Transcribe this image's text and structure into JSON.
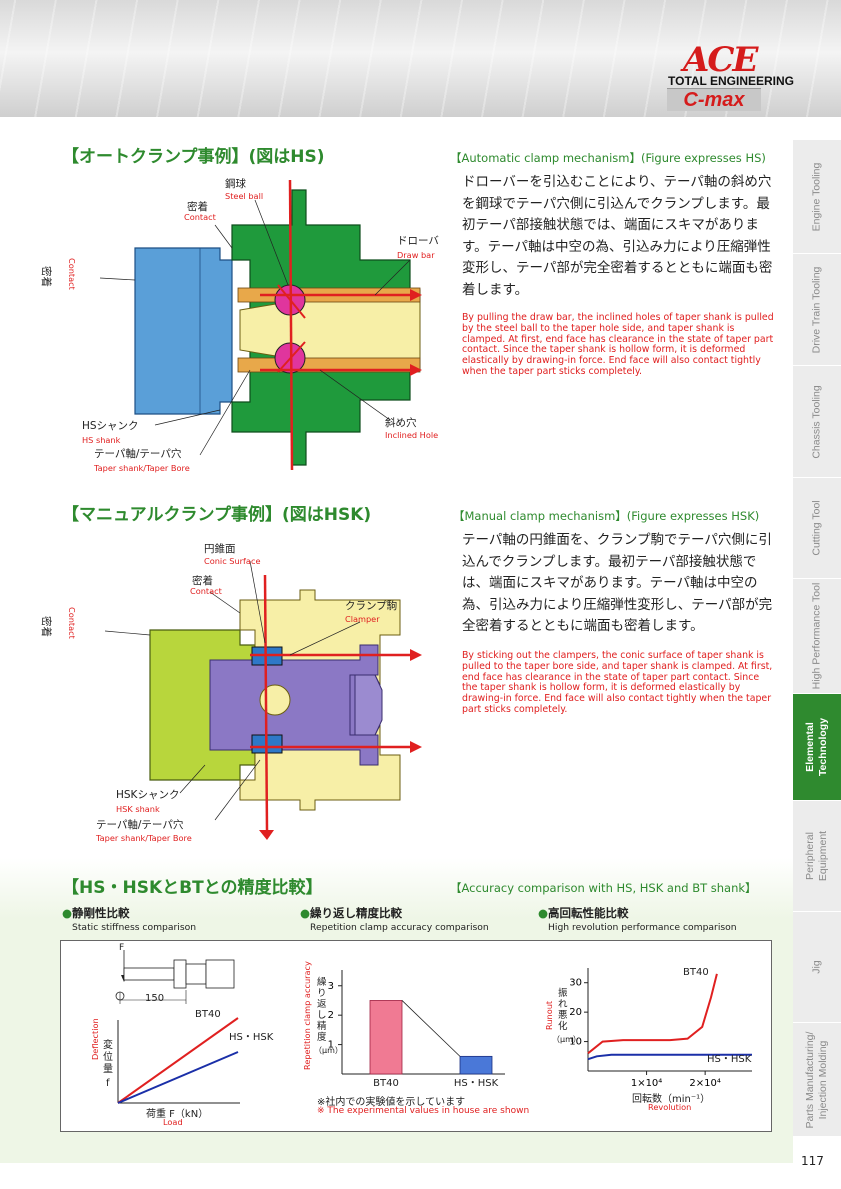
{
  "header": {
    "logo_main": "ACE",
    "logo_sub": "TOTAL ENGINEERING",
    "logo_product": "C-max"
  },
  "side_tabs": [
    {
      "label": "Engine Tooling",
      "active": false
    },
    {
      "label": "Drive Train Tooling",
      "active": false
    },
    {
      "label": "Chassis Tooling",
      "active": false
    },
    {
      "label": "Cutting Tool",
      "active": false
    },
    {
      "label": "High Performance Tool",
      "active": false
    },
    {
      "label": "Elemental Technology",
      "active": true
    },
    {
      "label": "Peripheral Equipment",
      "active": false
    },
    {
      "label": "Jig",
      "active": false
    },
    {
      "label": "Parts Manufacturing/ Injection Molding",
      "active": false
    }
  ],
  "auto": {
    "title_jp": "【オートクランプ事例】(図はHS)",
    "title_en": "【Automatic clamp mechanism】(Figure expresses HS)",
    "body_jp": "ドローバーを引込むことにより、テーパ軸の斜め穴を鋼球でテーパ穴側に引込んでクランプします。最初テーパ部接触状態では、端面にスキマがあります。テーパ軸は中空の為、引込み力により圧縮弾性変形し、テーパ部が完全密着するとともに端面も密着します。",
    "body_en": "By pulling the draw bar, the inclined holes of taper shank is pulled by the steel ball to the taper hole side, and taper shank is clamped. At first, end face has clearance in the state of taper part contact. Since the taper shank is hollow form, it is deformed elastically  by drawing-in force. End face will also contact tightly when the taper part sticks completely.",
    "labels": {
      "steel_ball_jp": "鋼球",
      "steel_ball_en": "Steel ball",
      "contact_jp": "密着",
      "contact_en": "Contact",
      "contact_side_jp": "密着",
      "contact_side_en": "Contact",
      "drawbar_jp": "ドローバ",
      "drawbar_en": "Draw bar",
      "shank_jp": "HSシャンク",
      "shank_en": "HS shank",
      "bore_jp": "テーパ軸/テーパ穴",
      "bore_en": "Taper shank/Taper Bore",
      "incl_jp": "斜め穴",
      "incl_en": "Inclined Hole"
    }
  },
  "manual": {
    "title_jp": "【マニュアルクランプ事例】(図はHSK)",
    "title_en": "【Manual clamp mechanism】(Figure expresses HSK)",
    "body_jp": "テーパ軸の円錐面を、クランプ駒でテーパ穴側に引込んでクランプします。最初テーパ部接触状態では、端面にスキマがあります。テーパ軸は中空の為、引込み力により圧縮弾性変形し、テーパ部が完全密着するとともに端面も密着します。",
    "body_en": "By sticking out the clampers, the conic surface of taper shank is pulled to the taper bore side, and taper shank is clamped. At first, end face has clearance in the state of taper part contact. Since the taper shank is hollow form, it is deformed elastically  by drawing-in force. End face will also contact tightly when the taper part sticks completely.",
    "labels": {
      "conic_jp": "円錐面",
      "conic_en": "Conic Surface",
      "contact_jp": "密着",
      "contact_en": "Contact",
      "contact_side_jp": "密着",
      "contact_side_en": "Contact",
      "clamper_jp": "クランプ駒",
      "clamper_en": "Clamper",
      "shank_jp": "HSKシャンク",
      "shank_en": "HSK shank",
      "bore_jp": "テーパ軸/テーパ穴",
      "bore_en": "Taper shank/Taper Bore"
    }
  },
  "accuracy": {
    "title_jp": "【HS・HSKとBTとの精度比較】",
    "title_en": "【Accuracy comparison with HS, HSK and BT shank】",
    "static": {
      "sub_jp": "静剛性比較",
      "sub_en": "Static stiffness comparison",
      "force_label": "F",
      "dim_label": "150",
      "ylabel_jp": "変位量",
      "ylabel_f": "f",
      "ylabel_en": "Deflection",
      "xlabel_jp": "荷重 F（kN）",
      "xlabel_en": "Load",
      "series_bt": "BT40",
      "series_hs": "HS・HSK"
    },
    "repetition": {
      "sub_jp": "繰り返し精度比較",
      "sub_en": "Repetition clamp accuracy comparison",
      "ylabel_jp": "繰り返し精度",
      "ylabel_unit": "（μm）",
      "ylabel_en": "Repetition clamp accuracy",
      "note_jp": "※社内での実験値を示しています",
      "note_en": "※ The experimental values in house are shown"
    },
    "revolution": {
      "sub_jp": "高回転性能比較",
      "sub_en": "High revolution performance comparison",
      "ylabel_jp": "振れ悪化",
      "ylabel_unit": "（μm）",
      "ylabel_en": "Runout",
      "xlabel_jp": "回転数（min⁻¹）",
      "xlabel_en": "Revolution",
      "series_bt": "BT40",
      "series_hs": "HS・HSK"
    }
  },
  "chart_data": [
    {
      "type": "line",
      "series": [
        {
          "name": "BT40",
          "x": [
            0,
            1
          ],
          "y": [
            0,
            1
          ]
        },
        {
          "name": "HS・HSK",
          "x": [
            0,
            1
          ],
          "y": [
            0,
            0.6
          ]
        }
      ],
      "xlabel": "荷重 F（kN）",
      "ylabel": "変位量 f",
      "grid": false
    },
    {
      "type": "bar",
      "categories": [
        "BT40",
        "HS・HSK"
      ],
      "values": [
        2.5,
        0.6
      ],
      "yticks": [
        1,
        2,
        3
      ],
      "ylim": [
        0,
        3.4
      ],
      "ylabel": "繰り返し精度（μm）",
      "grid": false
    },
    {
      "type": "line",
      "series": [
        {
          "name": "BT40",
          "x": [
            0,
            2500,
            6000,
            14000,
            17000,
            19500,
            21000,
            22000
          ],
          "y": [
            6,
            10,
            10.5,
            10.5,
            11,
            15,
            25,
            33
          ]
        },
        {
          "name": "HS・HSK",
          "x": [
            0,
            1500,
            4000,
            22000,
            28000
          ],
          "y": [
            4,
            5,
            5.5,
            5.5,
            5.5
          ]
        }
      ],
      "xticks": [
        10000,
        20000
      ],
      "xticklabels": [
        "1×10⁴",
        "2×10⁴"
      ],
      "yticks": [
        10,
        20,
        30
      ],
      "ylim": [
        0,
        35
      ],
      "xlim": [
        0,
        28000
      ],
      "xlabel": "回転数（min⁻¹）",
      "ylabel": "振れ悪化（μm）",
      "grid": false
    }
  ],
  "page_number": "117"
}
